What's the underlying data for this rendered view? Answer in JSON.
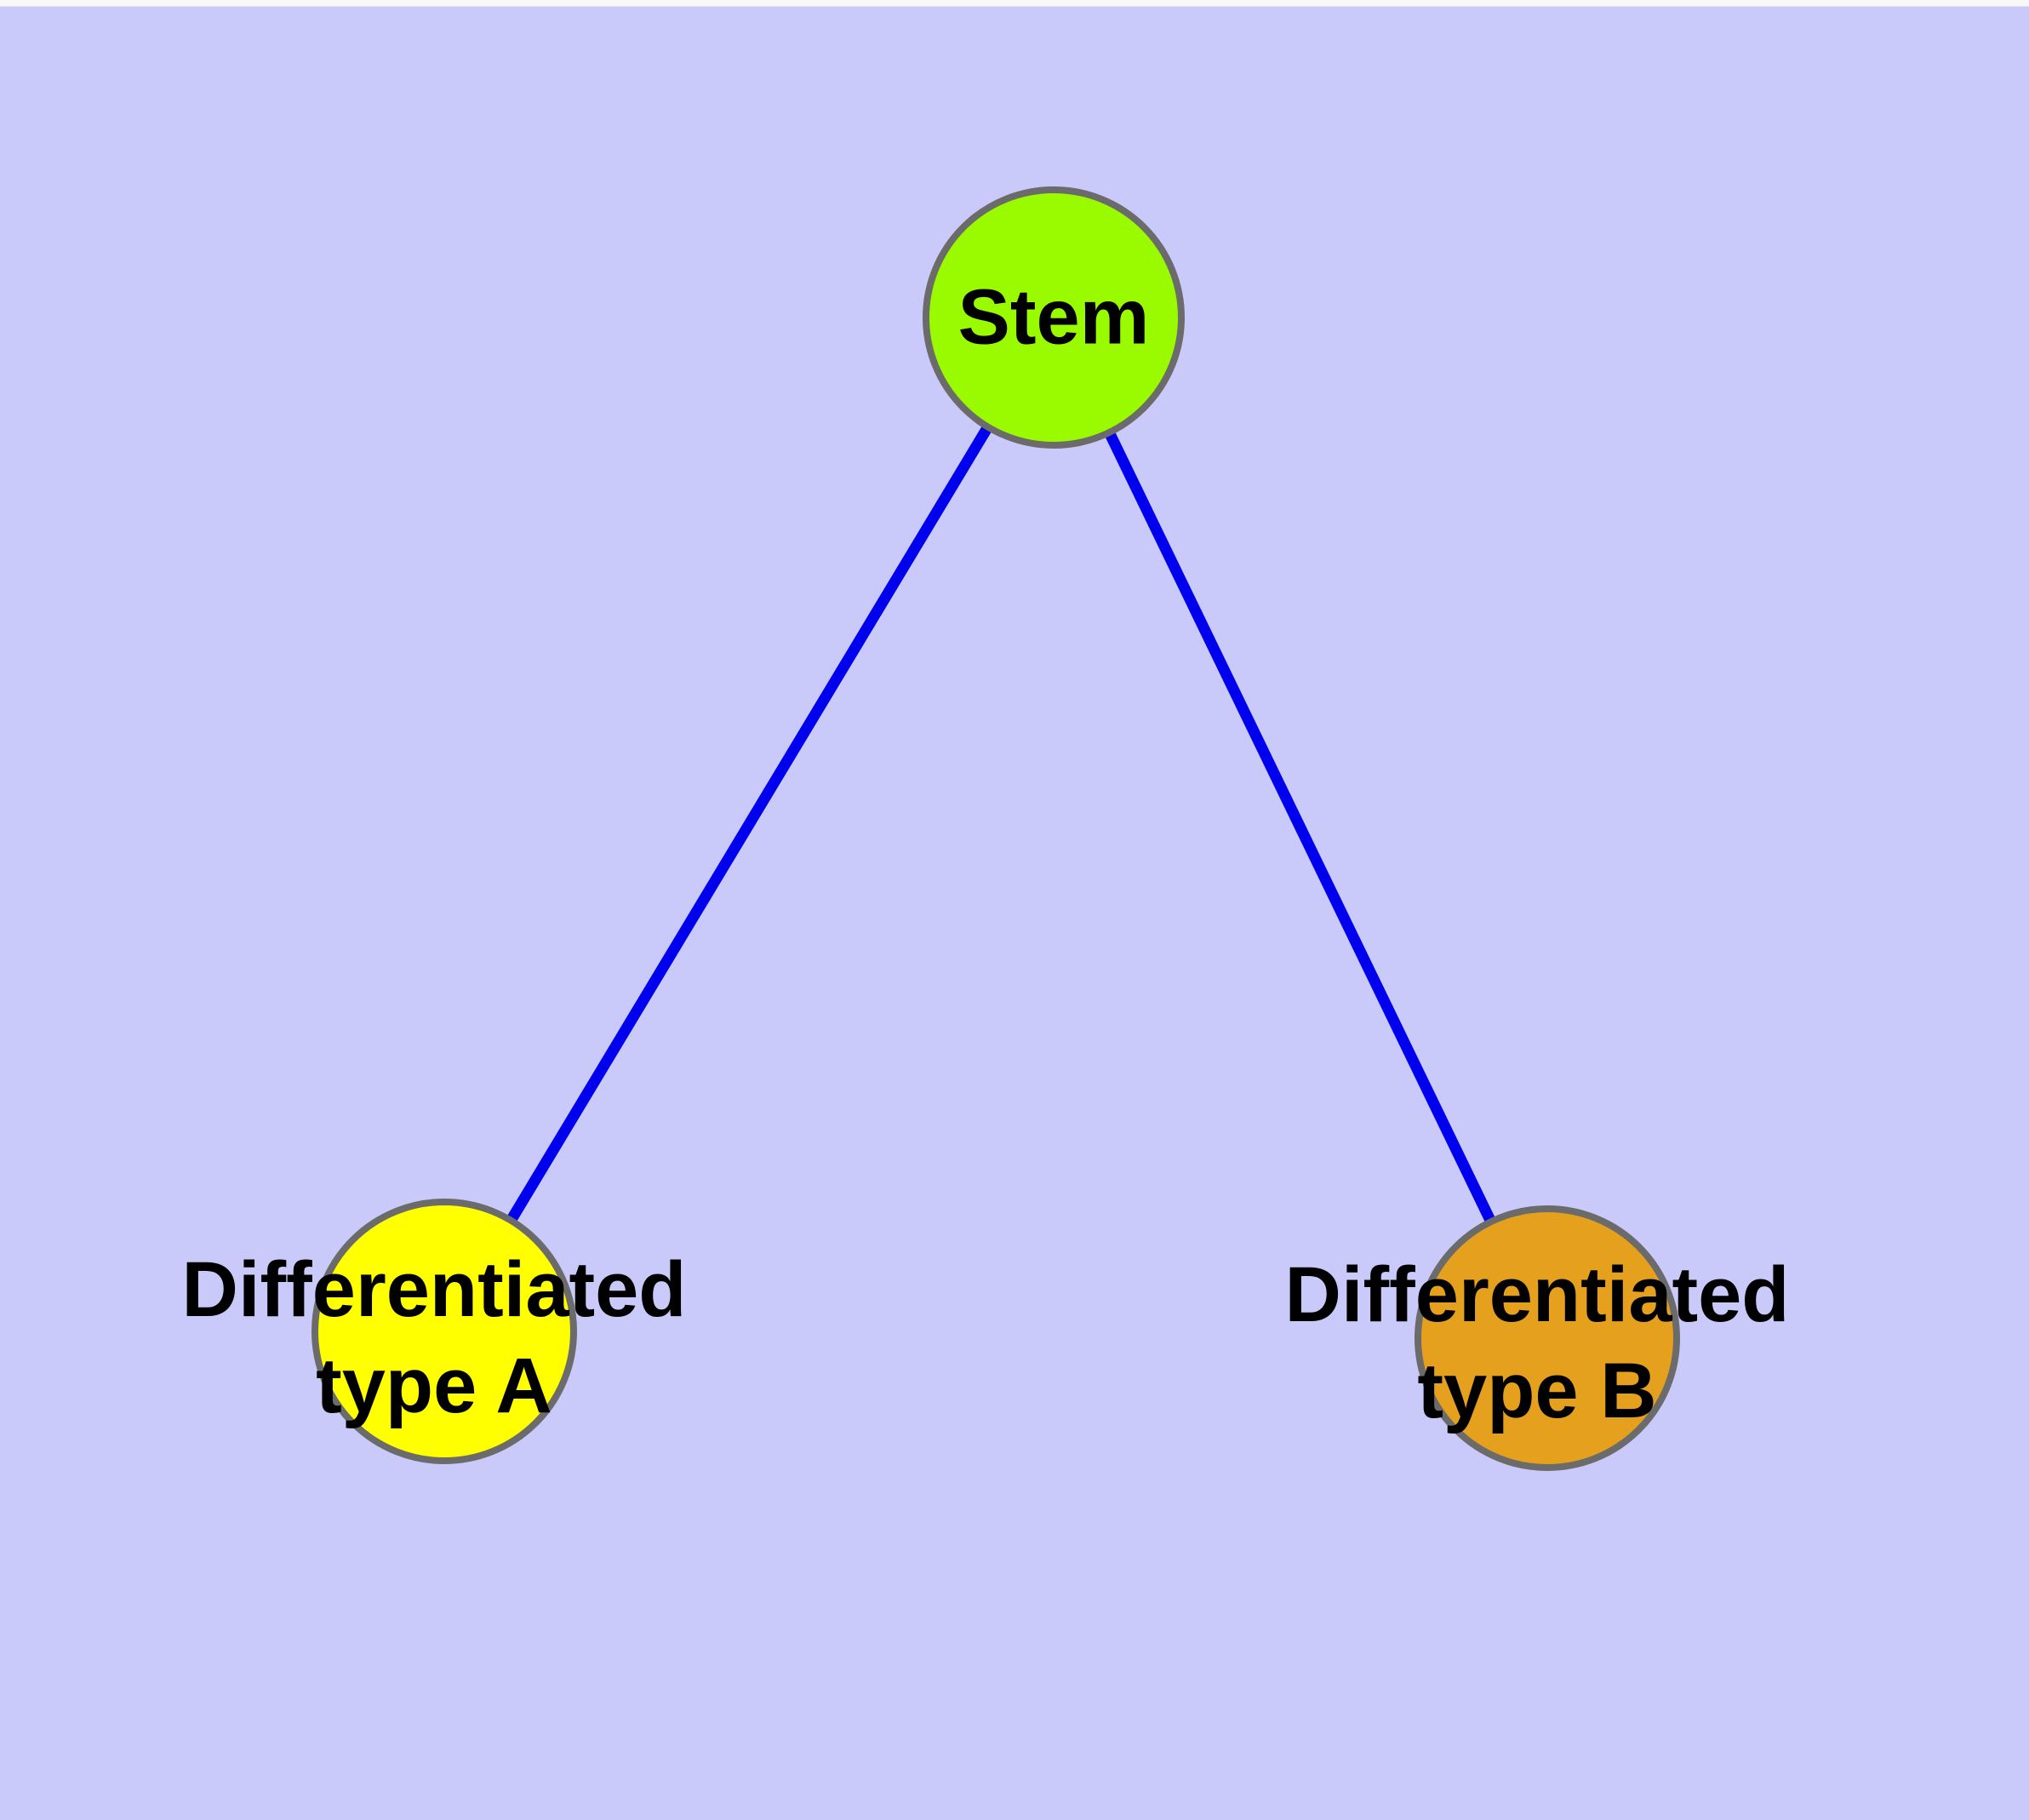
{
  "diagram": {
    "background_color": "#CACAFA",
    "edge_color": "#0000EE",
    "node_border_color": "#6B6B6B",
    "label_color": "#000000",
    "nodes": [
      {
        "id": "stem",
        "label": "Stem",
        "color": "#9AFA00"
      },
      {
        "id": "type-a",
        "label": "Differentiated\ntype A",
        "color": "#FFFF00"
      },
      {
        "id": "type-b",
        "label": "Differentiated\ntype B",
        "color": "#E5A01E"
      }
    ],
    "edges": [
      {
        "from": "stem",
        "to": "type-a"
      },
      {
        "from": "stem",
        "to": "type-b"
      }
    ]
  }
}
